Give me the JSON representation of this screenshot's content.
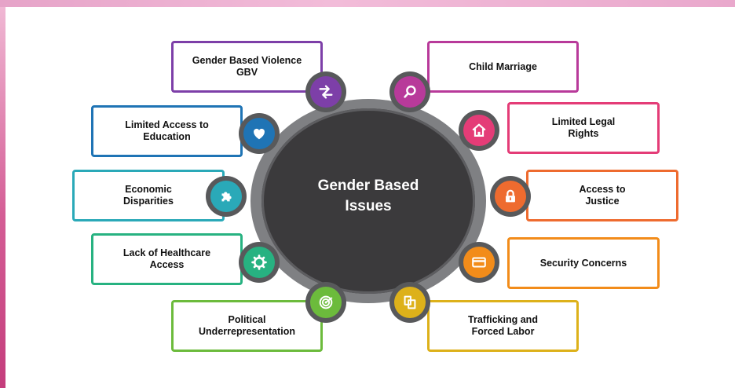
{
  "diagram": {
    "center_title": "Gender Based\nIssues",
    "items": [
      {
        "label": "Gender Based Violence\nGBV",
        "color": "#7d3fa8",
        "icon": "arrows-exchange-icon"
      },
      {
        "label": "Child Marriage",
        "color": "#b83a9a",
        "icon": "magnifier-icon"
      },
      {
        "label": "Limited Access to\nEducation",
        "color": "#1f74b5",
        "icon": "heart-icon"
      },
      {
        "label": "Limited Legal\nRights",
        "color": "#e43c77",
        "icon": "house-icon"
      },
      {
        "label": "Economic\nDisparities",
        "color": "#2aa9b8",
        "icon": "puzzle-icon"
      },
      {
        "label": "Access to\nJustice",
        "color": "#ee6b2f",
        "icon": "padlock-icon"
      },
      {
        "label": "Lack of Healthcare\nAccess",
        "color": "#27b281",
        "icon": "gear-icon"
      },
      {
        "label": "Security Concerns",
        "color": "#f28c1a",
        "icon": "credit-card-icon"
      },
      {
        "label": "Political\nUnderrepresentation",
        "color": "#6cbb3c",
        "icon": "target-icon"
      },
      {
        "label": "Trafficking and\nForced Labor",
        "color": "#ddb11a",
        "icon": "copy-icon"
      }
    ]
  }
}
